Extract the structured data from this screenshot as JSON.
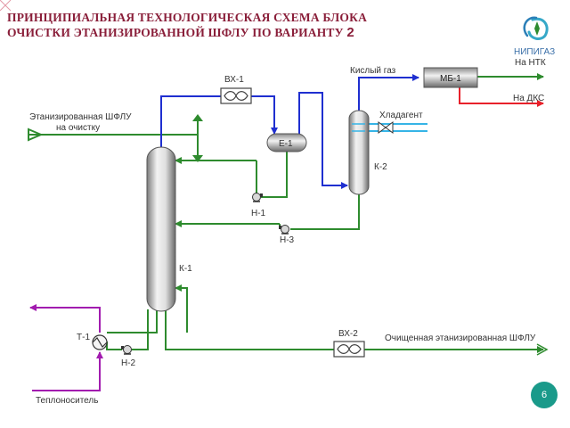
{
  "title": {
    "line1": "ПРИНЦИПИАЛЬНАЯ ТЕХНОЛОГИЧЕСКАЯ СХЕМА БЛОКА",
    "line2_text": "ОЧИСТКИ ЭТАНИЗИРОВАННОЙ ШФЛУ ПО ВАРИАНТУ ",
    "line2_num": "2"
  },
  "logo": {
    "text": "НИПИГАЗ"
  },
  "page_number": "6",
  "equipment": {
    "vx1": "ВХ-1",
    "vx2": "ВХ-2",
    "e1": "Е-1",
    "k1": "К-1",
    "k2": "К-2",
    "mb1": "МБ-1",
    "n1": "Н-1",
    "n2": "Н-2",
    "n3": "Н-3",
    "t1": "Т-1"
  },
  "streams": {
    "feed_line1": "Этанизированная ШФЛУ",
    "feed_line2": "на очистку",
    "acid_gas": "Кислый газ",
    "to_ntk": "На НТК",
    "to_dks": "На ДКС",
    "coolant": "Хладагент",
    "product": "Очищенная этанизированная ШФЛУ",
    "heat_carrier": "Теплоноситель"
  },
  "colors": {
    "title": "#8a1f3a",
    "green_line": "#2e8b2e",
    "blue_line": "#1f2fd0",
    "red_line": "#e8212b",
    "purple_line": "#a21caf",
    "cyan_line": "#36b4e6",
    "badge": "#1a9a8a"
  }
}
